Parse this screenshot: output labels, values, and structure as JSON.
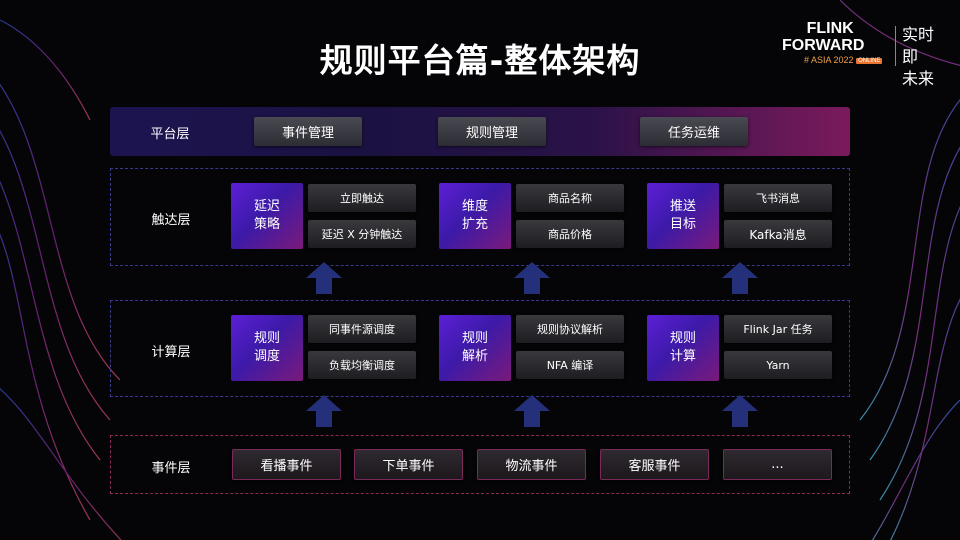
{
  "title": "规则平台篇-整体架构",
  "logo": {
    "line1": "FLINK",
    "line2": "FORWARD",
    "asia": "# ASIA 2022",
    "online": "ONLINE",
    "slogan_line1": "实时即",
    "slogan_line2": "未来"
  },
  "platform_layer": {
    "label": "平台层",
    "items": [
      "事件管理",
      "规则管理",
      "任务运维"
    ]
  },
  "touch_layer": {
    "label": "触达层",
    "groups": [
      {
        "category": "延迟\n策略",
        "items": [
          "立即触达",
          "延迟 X 分钟触达"
        ]
      },
      {
        "category": "维度\n扩充",
        "items": [
          "商品名称",
          "商品价格"
        ]
      },
      {
        "category": "推送\n目标",
        "items": [
          "飞书消息",
          "Kafka消息"
        ]
      }
    ]
  },
  "compute_layer": {
    "label": "计算层",
    "groups": [
      {
        "category": "规则\n调度",
        "items": [
          "同事件源调度",
          "负载均衡调度"
        ]
      },
      {
        "category": "规则\n解析",
        "items": [
          "规则协议解析",
          "NFA 编译"
        ]
      },
      {
        "category": "规则\n计算",
        "items": [
          "Flink Jar 任务",
          "Yarn"
        ]
      }
    ]
  },
  "event_layer": {
    "label": "事件层",
    "items": [
      "看播事件",
      "下单事件",
      "物流事件",
      "客服事件",
      "..."
    ]
  },
  "colors": {
    "accent_purple": "#5c1fd6",
    "accent_magenta": "#7a1a5c",
    "arrow": "#2a3a8a"
  }
}
